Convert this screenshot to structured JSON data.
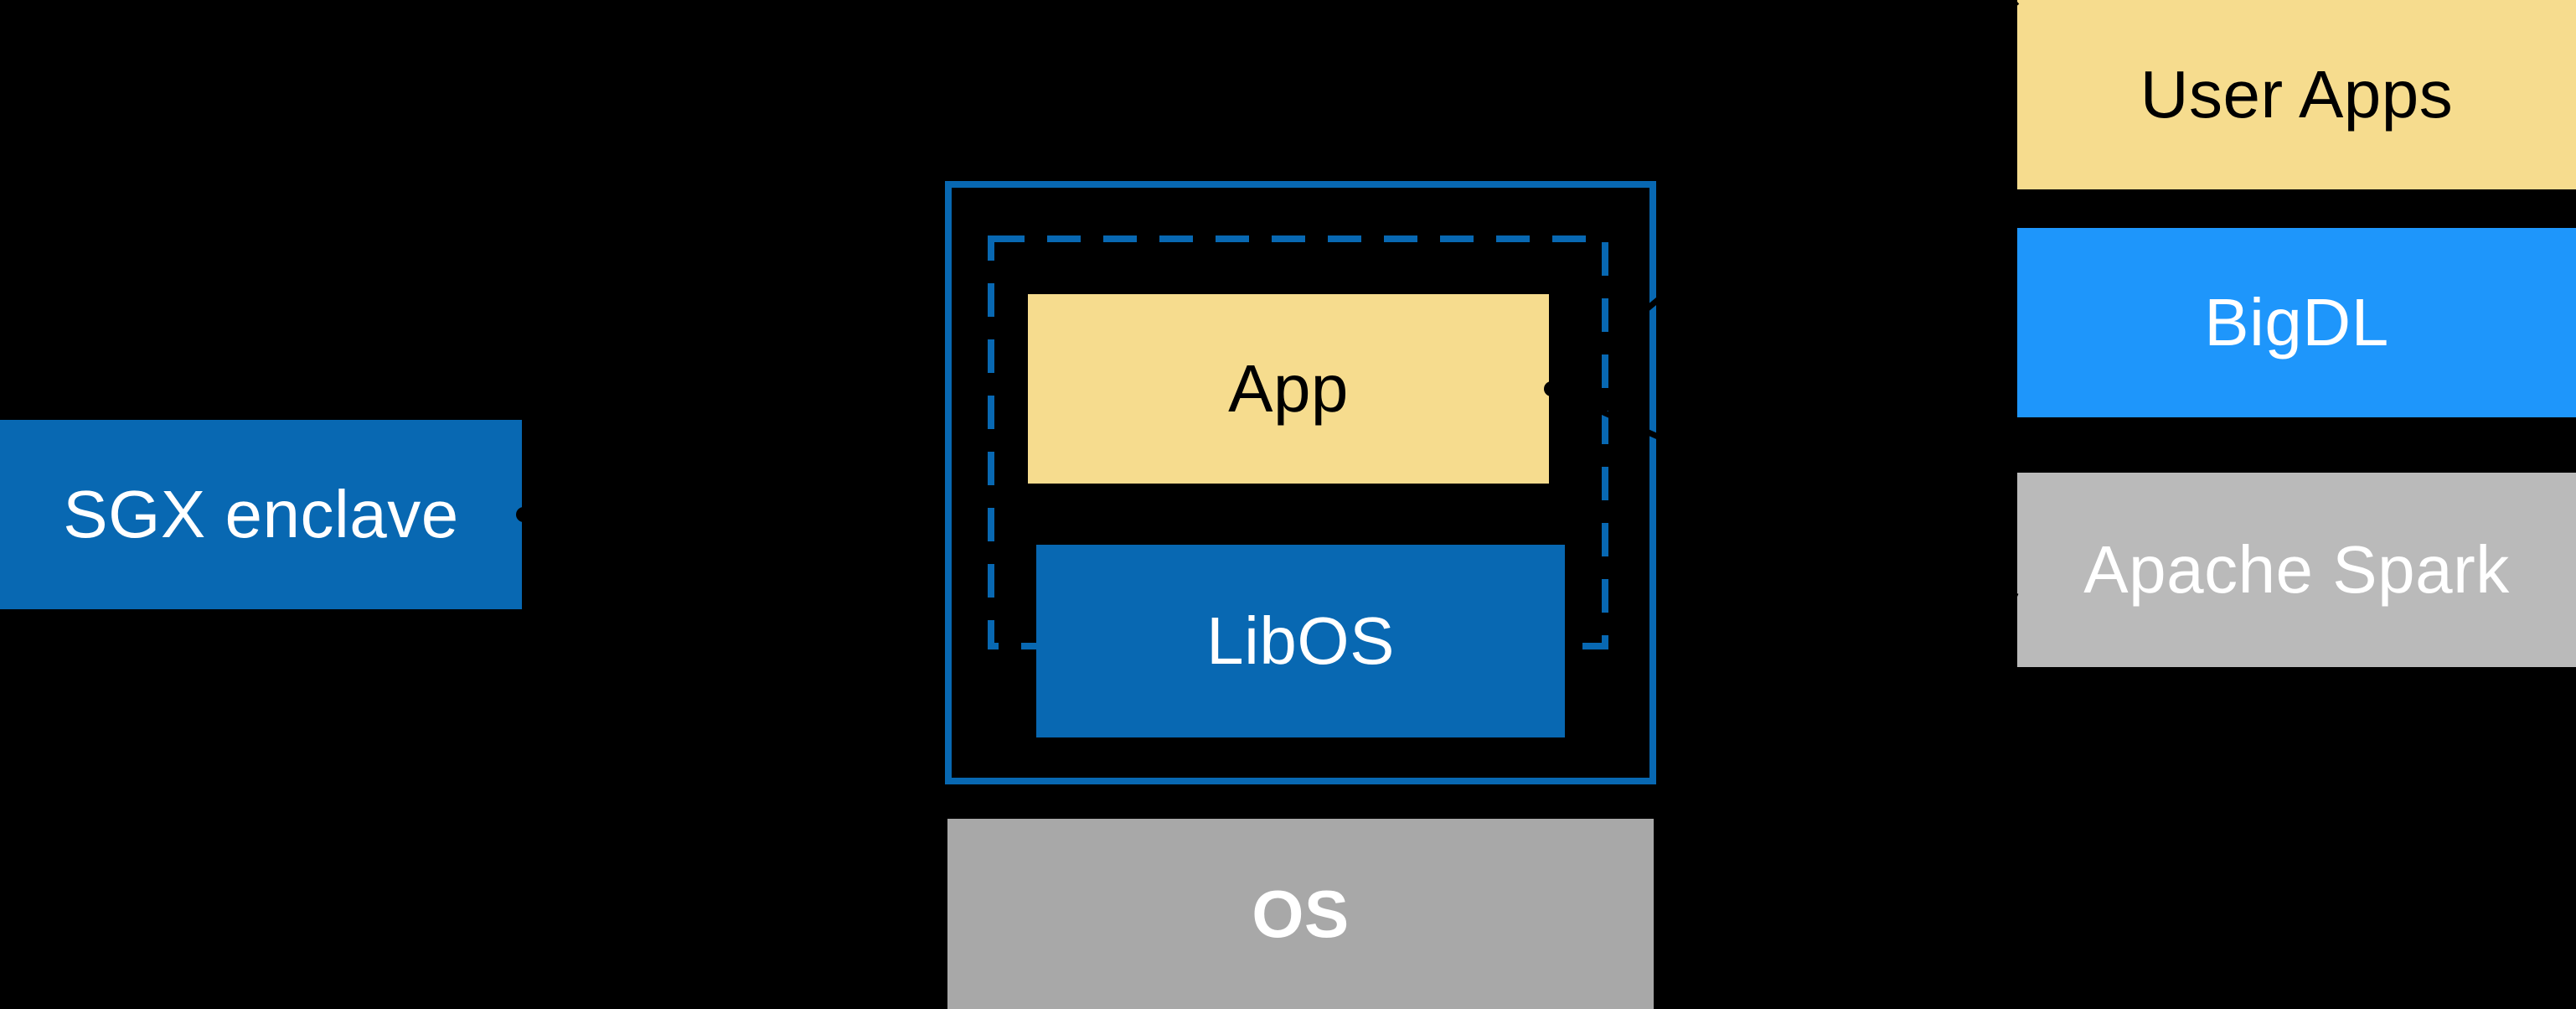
{
  "diagram": {
    "title_hint": "SGX enclave LibOS architecture diagram",
    "enclave_label_box": {
      "label": "SGX enclave"
    },
    "enclave": {
      "app": {
        "label": "App"
      },
      "libos": {
        "label": "LibOS"
      }
    },
    "os_box": {
      "label": "OS"
    },
    "stack": {
      "items": [
        {
          "label": "User Apps"
        },
        {
          "label": "BigDL"
        },
        {
          "label": "Apache Spark"
        }
      ]
    }
  },
  "colors": {
    "primary_blue": "#0868B2",
    "bright_blue": "#1E96FB",
    "box_yellow": "#F6DC8E",
    "spark_gray": "#BABABA",
    "os_gray": "#A8A8A8",
    "text_light": "#FFFFFF",
    "text_dark": "#000000",
    "connector_black": "#000000",
    "background": "#000000"
  }
}
